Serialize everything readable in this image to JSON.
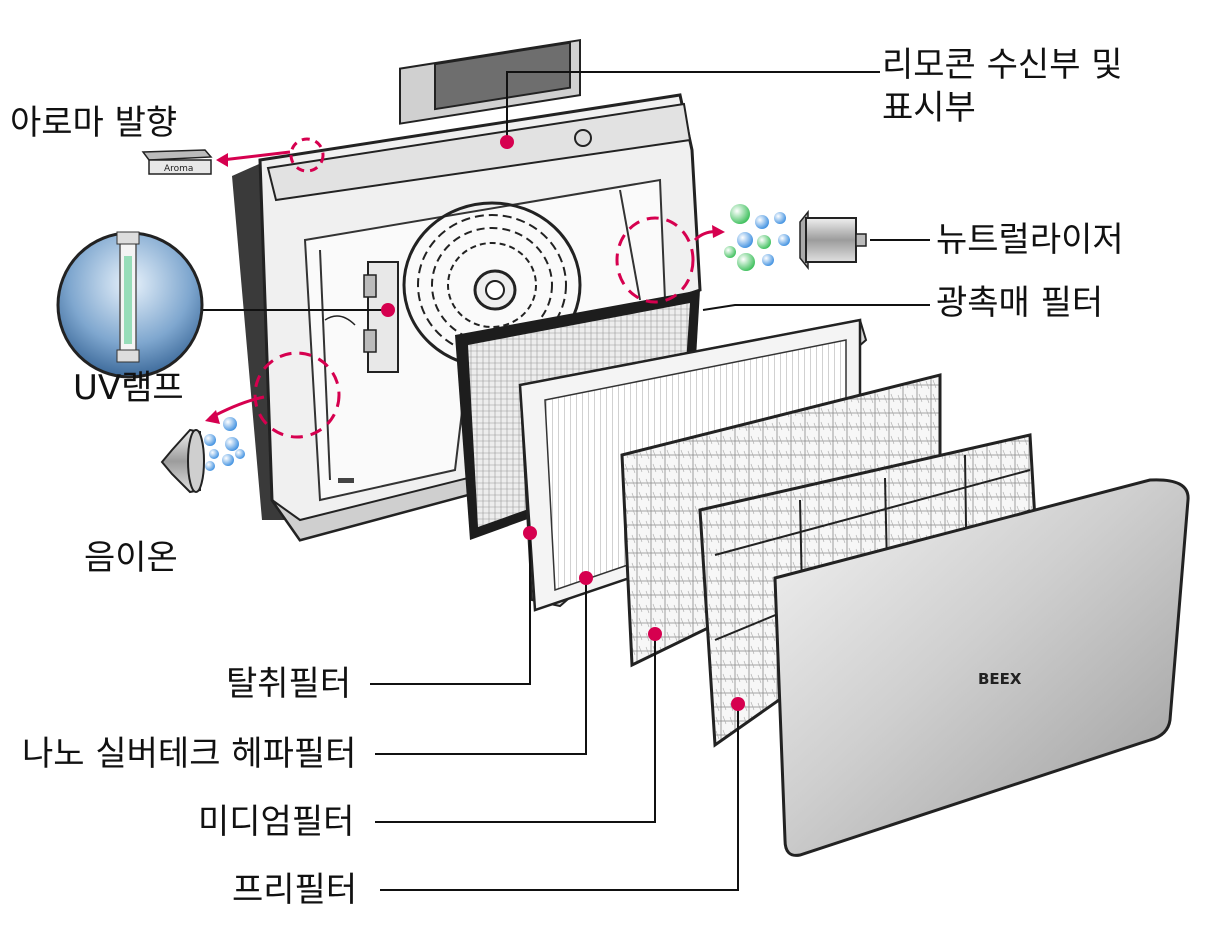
{
  "labels": {
    "remote": [
      "리모콘 수신부 및",
      "표시부"
    ],
    "aroma": "아로마 발향",
    "aroma_box": "Aroma",
    "neutralizer": "뉴트럴라이저",
    "photocatalyst": "광촉매 필터",
    "uv_lamp": "UV램프",
    "anion": "음이온",
    "deodorizing": "탈취필터",
    "hepa": "나노 실버테크 헤파필터",
    "medium": "미디엄필터",
    "pre": "프리필터",
    "brand": "BEEX"
  },
  "colors": {
    "accent": "#d6004f",
    "leader": "#111111",
    "ion_blue": "#3d8fe0",
    "ion_green": "#3bbf5a"
  }
}
